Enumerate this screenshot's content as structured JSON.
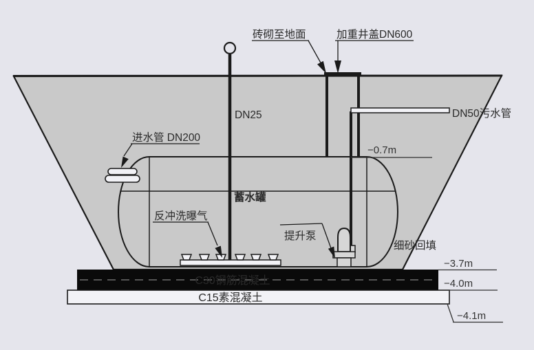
{
  "diagram": {
    "annotations": {
      "brick_to_ground": "砖砌至地面",
      "manhole_cover": "加重井盖DN600",
      "sewage_pipe": "DN50污水管",
      "vent_pipe": "DN25",
      "inlet_pipe": "进水管 DN200",
      "storage_tank": "蓄水罐",
      "backwash_aeration": "反冲洗曝气",
      "lift_pump": "提升泵",
      "sand_backfill": "细砂回填",
      "c30_slab": "C30钢筋混凝土",
      "c15_slab": "C15素混凝土"
    },
    "depths": {
      "tank_top": "−0.7m",
      "slab_top": "−3.7m",
      "slab_bottom": "−4.0m",
      "base_bottom": "−4.1m"
    },
    "colors": {
      "background": "#e5e5ec",
      "backfill_gray": "#c9c9c9",
      "line_black": "#1a1a1a",
      "c30_black": "#0a0a0a",
      "c15_light": "#f2f2f6",
      "pump_gray": "#d6d6d6"
    }
  }
}
